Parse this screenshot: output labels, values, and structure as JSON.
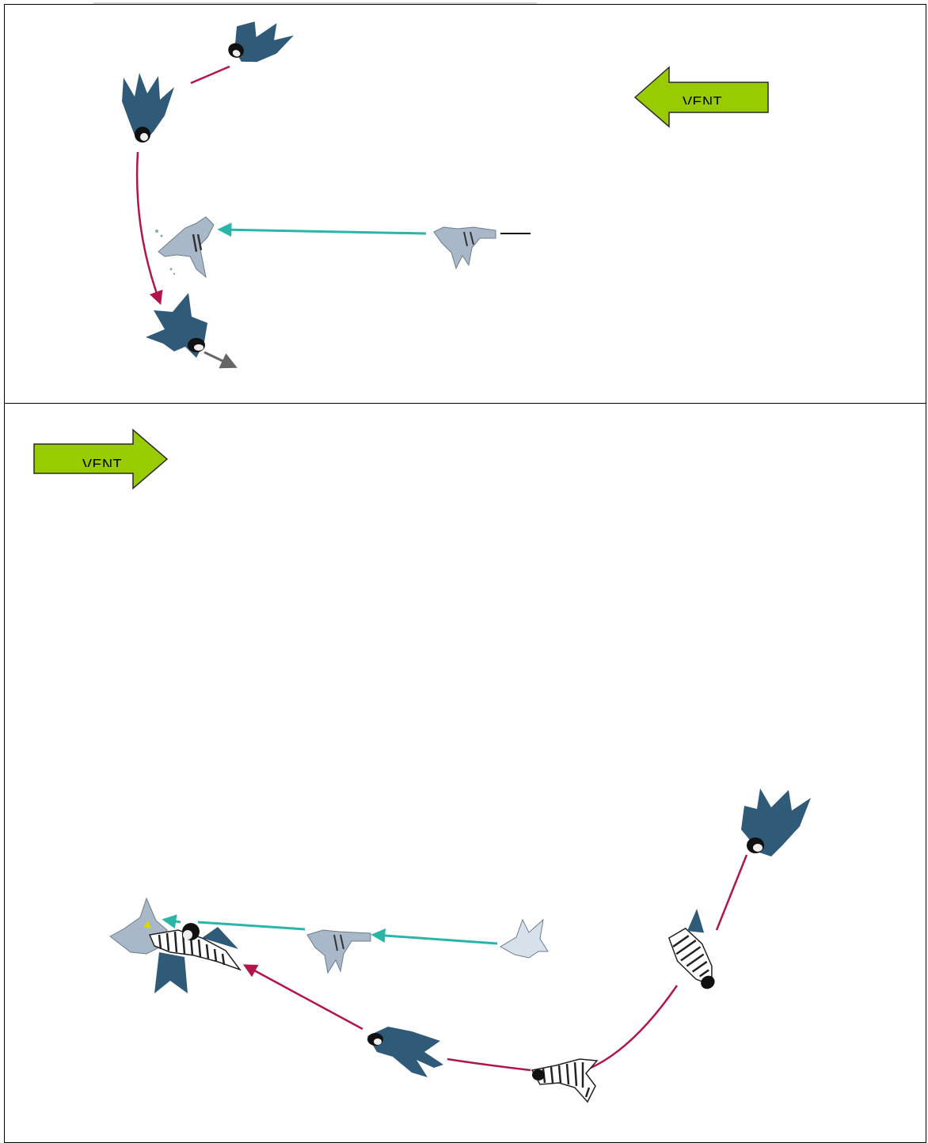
{
  "panels": [
    {
      "id": "top",
      "wind": {
        "label": "VENT",
        "direction": "left",
        "color": "#99cc00"
      }
    },
    {
      "id": "bottom",
      "wind": {
        "label": "VENT",
        "direction": "right",
        "color": "#99cc00"
      }
    }
  ],
  "colors": {
    "falcon": "#2f5a78",
    "pigeon": "#a8b8c8",
    "falcon_path": "#b0164a",
    "pigeon_path": "#2bb5a8",
    "escape_arrow": "#666666"
  },
  "icons": {
    "falcon": "falcon-silhouette-icon",
    "falcon_barred": "barred-falcon-icon",
    "pigeon": "pigeon-icon",
    "wind_arrow": "wind-arrow-icon"
  }
}
